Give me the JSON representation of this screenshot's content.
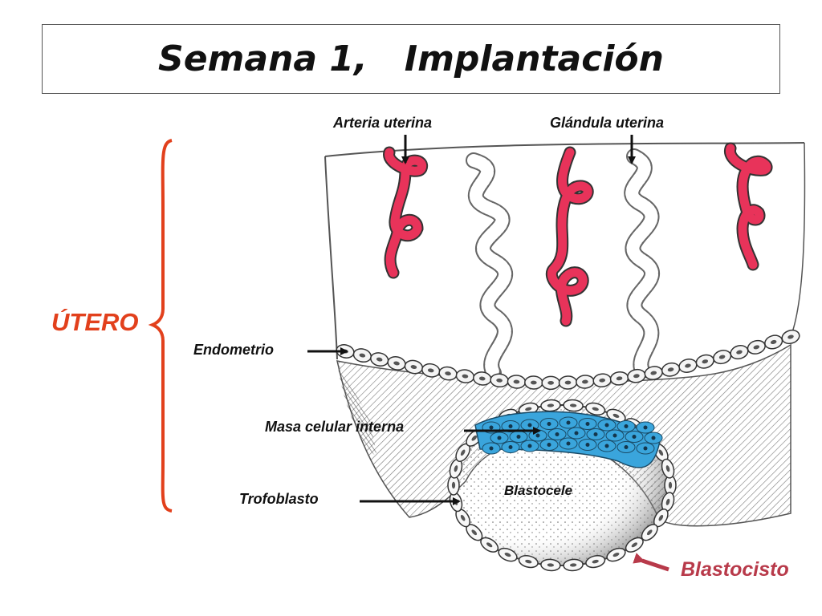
{
  "title": "Semana 1,   Implantación",
  "labels": {
    "arteria": "Arteria uterina",
    "glandula": "Glándula uterina",
    "endometrio": "Endometrio",
    "masa": "Masa celular interna",
    "trofoblasto": "Trofoblasto",
    "blastocele": "Blastocele",
    "utero": "ÚTERO",
    "blastocisto": "Blastocisto"
  },
  "colors": {
    "artery": "#e8335a",
    "inner_cell_mass": "#3aa5dc",
    "brace": "#e2401c",
    "blastocisto_arrow": "#b83a4a"
  }
}
